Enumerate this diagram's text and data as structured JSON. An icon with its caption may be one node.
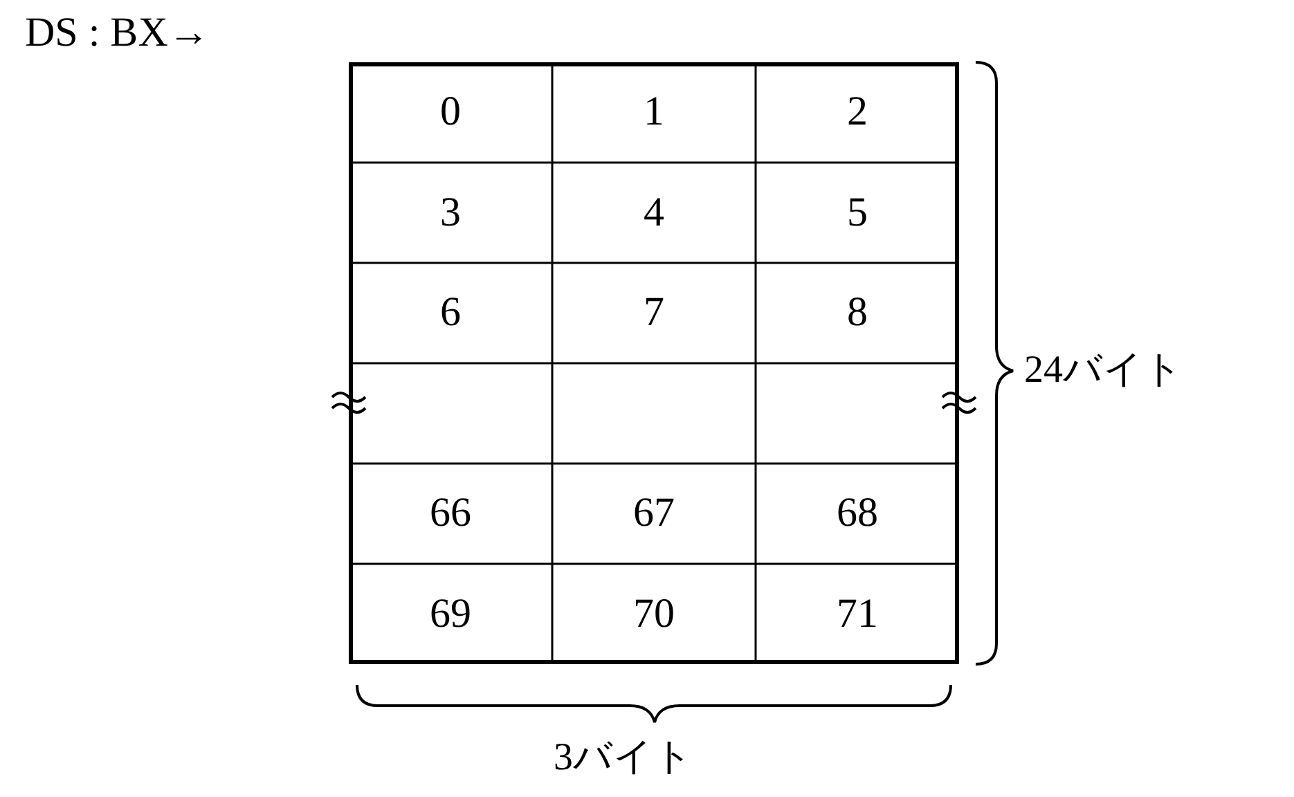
{
  "diagram": {
    "labels": [
      "DS : BX→",
      "0",
      "1",
      "2",
      "3",
      "4",
      "5",
      "6",
      "7",
      "8",
      "66",
      "67",
      "68",
      "69",
      "70",
      "71",
      "24バイト",
      "3バイト"
    ]
  }
}
